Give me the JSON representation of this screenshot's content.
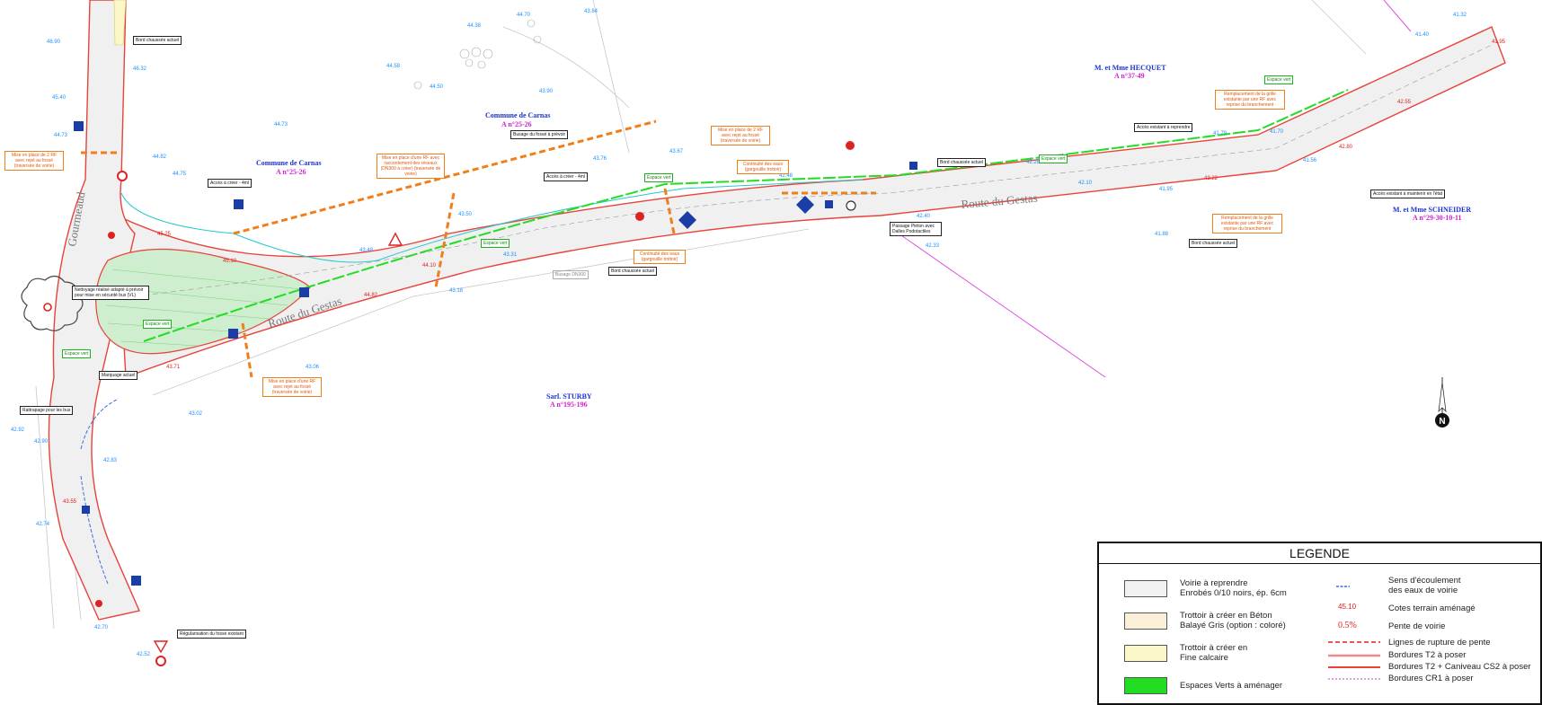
{
  "plan": {
    "road_labels": [
      "Route du Gestas",
      "Route du Gestas"
    ],
    "street_label": "Gourmeaud",
    "owners": [
      {
        "name": "Commune de Carnas",
        "parcel": "A n°25-26"
      },
      {
        "name": "Commune de Carnas",
        "parcel": "A n°25-26"
      },
      {
        "name": "M. et Mme HECQUET",
        "parcel": "A n°37-49"
      },
      {
        "name": "M. et Mme SCHNEIDER",
        "parcel": "A n°29-30-10-11"
      },
      {
        "name": "Sarl. STURBY",
        "parcel": "A n°195-196"
      }
    ],
    "notes": {
      "bord_chaussee_1": "Bord chaussée actuel",
      "bord_chaussee_2": "Bord chaussée actuel",
      "bord_chaussee_3": "Bord chaussée actuel",
      "bord_chaussee_4": "Bord chaussée actuel",
      "acces_creer_1": "Accès à créer - 4ml",
      "acces_creer_2": "Accès à créer - 4ml",
      "acces_reprendre": "Accès existant à reprendre",
      "acces_maintenir": "Accès existant à maintenir en l'état",
      "busage": "Busage du fossé à prévoir",
      "marquage": "Marquage actuel",
      "rattrapage": "Rattrapage pour les bus",
      "passage_pieton": "Passage Piéton avec Dalles Podotactiles",
      "regularisation": "Régularisation du fossé existant",
      "nettoyage": "Nettoyage réalisé adapté à prévoir pour mise en sécurité bus (VL)"
    },
    "orange_notes": {
      "mise_place_1": "Mise en place de 2 RF avec rejet au fossé (traversée de voirie)",
      "mise_place_2": "Mise en place d'une RF avec raccordement des réseaux (DN300 à créer) (traversée de voirie)",
      "mise_place_3": "Mise en place de 2 RF avec rejet au fossé (traversée de voirie)",
      "mise_place_4": "Mise en place d'une RF avec rejet au fossé (traversée de voirie)",
      "continuite_1": "Continuité des eaux (gargouille trottoir)",
      "continuite_2": "Continuité des eaux (gargouille trottoir)",
      "remplacement_1": "Remplacement de la grille existante par une RF avec reprise du branchement",
      "remplacement_2": "Remplacement de la grille existante par une RF avec reprise du branchement",
      "busage_dn": "Busage DN300"
    },
    "green_notes": [
      "Espace vert",
      "Espace vert",
      "Espace vert",
      "Espace vert",
      "Espace vert",
      "Espace vert"
    ],
    "elevations": [
      "46.90",
      "46.32",
      "45.40",
      "44.73",
      "44.82",
      "44.75",
      "44.73",
      "44.58",
      "44.50",
      "44.38",
      "44.70",
      "43.90",
      "43.84",
      "43.76",
      "43.67",
      "43.50",
      "43.48",
      "43.31",
      "43.18",
      "43.06",
      "43.02",
      "42.92",
      "42.90",
      "42.83",
      "42.74",
      "42.70",
      "42.52",
      "42.48",
      "42.40",
      "42.33",
      "42.28",
      "42.10",
      "41.95",
      "41.88",
      "41.79",
      "41.70",
      "41.56",
      "41.40",
      "41.32"
    ],
    "red_elevations": [
      "45.25",
      "45.10",
      "44.82",
      "44.10",
      "43.71",
      "43.55",
      "43.22",
      "42.80",
      "42.55",
      "41.95"
    ],
    "north": "N"
  },
  "legend": {
    "title": "LEGENDE",
    "items": [
      {
        "line1": "Voirie à reprendre",
        "line2": "Enrobés 0/10 noirs, ép. 6cm",
        "color": "#f2f2f2"
      },
      {
        "line1": "Trottoir à créer en Béton",
        "line2": "Balayé Gris (option : coloré)",
        "color": "#faf0d7"
      },
      {
        "line1": "Trottoir à créer en",
        "line2": "Fine calcaire",
        "color": "#fbf7c9"
      },
      {
        "line1": "Espaces Verts à aménager",
        "line2": "",
        "color": "#22dd22"
      }
    ],
    "symbols": [
      {
        "label1": "Sens d'écoulement",
        "label2": "des eaux de voirie",
        "sample": ""
      },
      {
        "label1": "Cotes terrain aménagé",
        "label2": "",
        "sample": "45.10"
      },
      {
        "label1": "Pente de voirie",
        "label2": "",
        "sample": "0.5%"
      },
      {
        "label1": "Lignes de rupture de pente",
        "label2": "",
        "sample": ""
      },
      {
        "label1": "Bordures T2 à poser",
        "label2": "",
        "sample": ""
      },
      {
        "label1": "Bordures T2 + Caniveau CS2 à poser",
        "label2": "",
        "sample": ""
      },
      {
        "label1": "Bordures CR1 à poser",
        "label2": "",
        "sample": ""
      }
    ]
  },
  "colors": {
    "road": "#f0f0f0",
    "curb": "#e8423a",
    "green": "#22dd22",
    "orange": "#f07f1a",
    "magenta": "#e050e0",
    "blue_text": "#1e90ff"
  }
}
